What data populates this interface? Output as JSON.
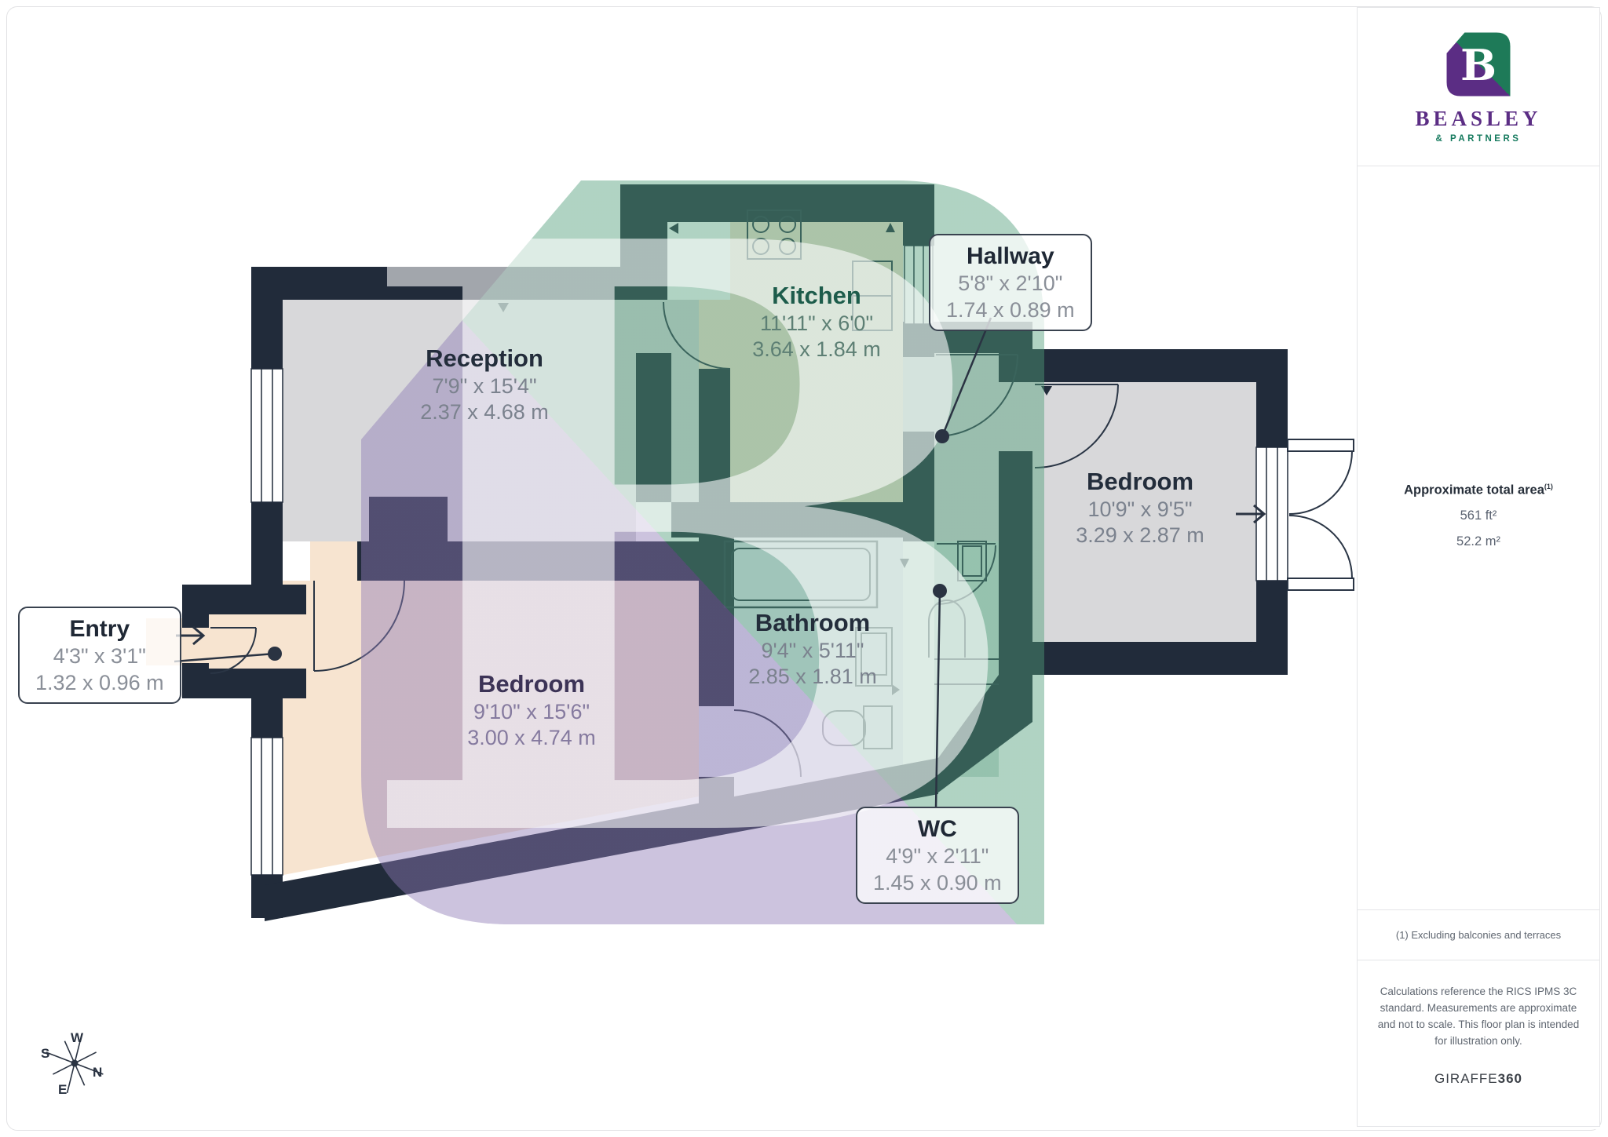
{
  "branding": {
    "name": "BEASLEY",
    "tagline": "& PARTNERS",
    "logo_letter": "B",
    "purple": "#5b2d84",
    "green": "#1e7a58"
  },
  "sidebar": {
    "area_heading": "Approximate total area",
    "area_footnote_ref": "(1)",
    "area_ft": "561 ft²",
    "area_m": "52.2 m²",
    "footnote": "(1) Excluding balconies and terraces",
    "disclaimer": "Calculations reference the RICS IPMS 3C standard. Measurements are approximate and not to scale. This floor plan is intended for illustration only.",
    "credit_brand": "GIRAFFE",
    "credit_suffix": "360"
  },
  "rooms": {
    "reception": {
      "name": "Reception",
      "imperial": "7'9\" x 15'4\"",
      "metric": "2.37 x 4.68 m"
    },
    "kitchen": {
      "name": "Kitchen",
      "imperial": "11'11\" x 6'0\"",
      "metric": "3.64 x 1.84 m"
    },
    "bedroom_right": {
      "name": "Bedroom",
      "imperial": "10'9\" x 9'5\"",
      "metric": "3.29 x 2.87 m"
    },
    "bathroom": {
      "name": "Bathroom",
      "imperial": "9'4\" x 5'11\"",
      "metric": "2.85 x 1.81 m"
    },
    "bedroom_left": {
      "name": "Bedroom",
      "imperial": "9'10\" x 15'6\"",
      "metric": "3.00 x 4.74 m"
    }
  },
  "callouts": {
    "entry": {
      "name": "Entry",
      "imperial": "4'3\" x 3'1\"",
      "metric": "1.32 x 0.96 m"
    },
    "hallway": {
      "name": "Hallway",
      "imperial": "5'8\" x 2'10\"",
      "metric": "1.74 x 0.89 m"
    },
    "wc": {
      "name": "WC",
      "imperial": "4'9\" x 2'11\"",
      "metric": "1.45 x 0.90 m"
    }
  },
  "compass": {
    "n": "N",
    "e": "E",
    "s": "S",
    "w": "W"
  }
}
